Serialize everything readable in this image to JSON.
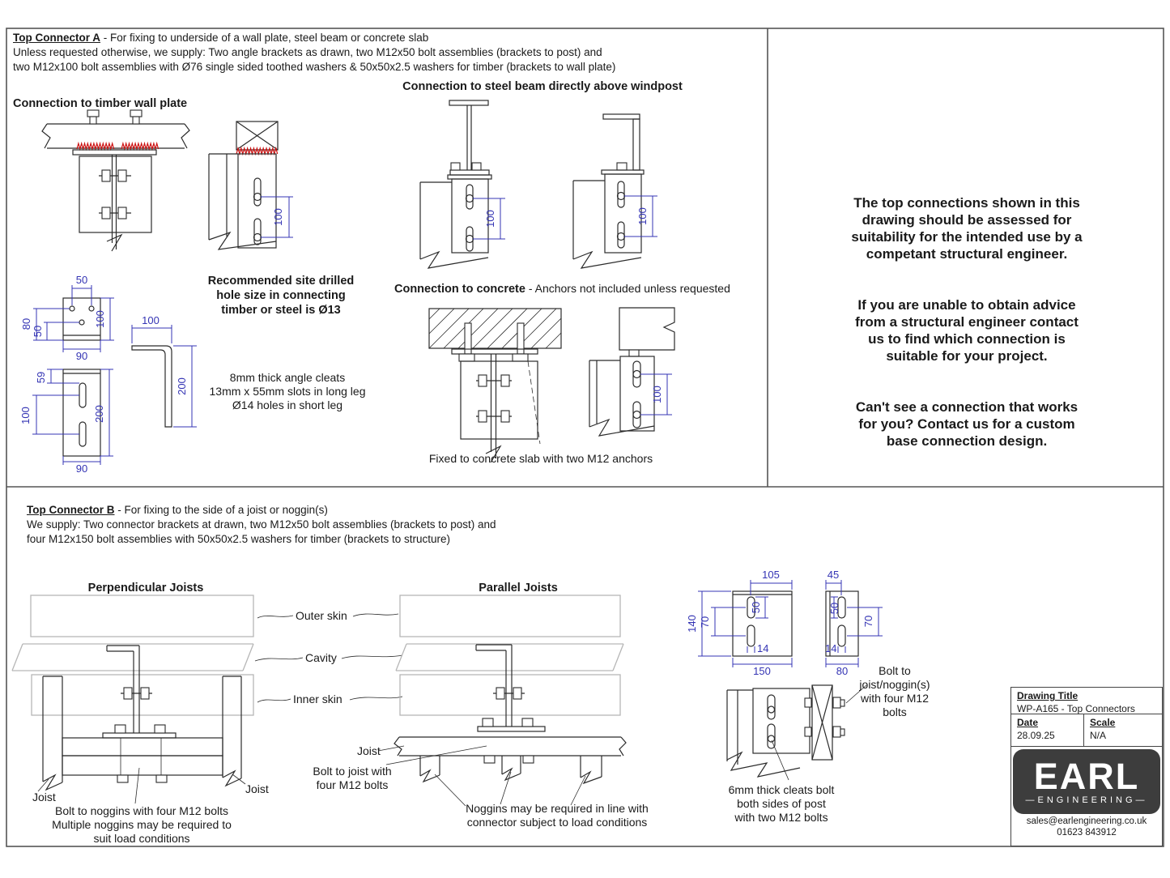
{
  "colors": {
    "dimension_blue": "#3434b4",
    "toothed_washer_red": "#cc1111",
    "skin_gray": "#b6b6b6",
    "logo_background": "#3d3d3d"
  },
  "section_a": {
    "header": {
      "title": "Top Connector A",
      "desc": " - For fixing to underside of a wall plate, steel beam or concrete slab",
      "line2": "Unless requested otherwise, we supply: Two angle brackets as drawn, two M12x50 bolt assemblies (brackets to post) and",
      "line3": "two M12x100 bolt assemblies with Ø76 single sided toothed washers & 50x50x2.5 washers for timber (brackets to wall plate)"
    },
    "timber_heading": "Connection to timber wall plate",
    "steel_heading": "Connection to steel beam directly above windpost",
    "concrete_heading": "Connection to concrete",
    "concrete_desc": " - Anchors not included unless requested",
    "concrete_caption": "Fixed to concrete slab with two M12 anchors",
    "hole_note": "Recommended site drilled\nhole size in connecting\ntimber or steel is Ø13",
    "cleat_note": "8mm thick angle cleats\n13mm x 55mm slots in long leg\nØ14 holes in short leg",
    "dims": {
      "spacing_100": "100",
      "p1_50": "50",
      "p1_100": "100",
      "p1_80": "80",
      "p1_50b": "50",
      "p1_90": "90",
      "p2_59": "59",
      "p2_100": "100",
      "p2_200": "200",
      "p2_90": "90",
      "angle_100": "100",
      "angle_200": "200"
    }
  },
  "notes_panel": {
    "para1": "The top connections shown in this\ndrawing should be assessed for\nsuitability for the intended use by a\ncompetant structural engineer.",
    "para2": "If you are unable to obtain advice\nfrom a structural engineer contact\nus to find which connection is\nsuitable for your project.",
    "para3": "Can't see a connection that works\nfor you?  Contact us for a custom\nbase connection design."
  },
  "section_b": {
    "header": {
      "title": "Top Connector B",
      "desc": " - For fixing to the side of a joist or noggin(s)",
      "line2": "We supply: Two connector brackets at drawn, two M12x50 bolt assemblies (brackets to post) and",
      "line3": "four M12x150 bolt assemblies with 50x50x2.5 washers for timber (brackets to structure)"
    },
    "perp_heading": "Perpendicular Joists",
    "par_heading": "Parallel Joists",
    "labels": {
      "outer_skin": "Outer skin",
      "cavity": "Cavity",
      "inner_skin": "Inner skin",
      "joist": "Joist"
    },
    "perp_caption": "Bolt to noggins with four M12 bolts\nMultiple noggins may be required to\nsuit load conditions",
    "par_caption": "Noggins may be required in line with\nconnector subject to load conditions",
    "bolt_joist_note": "Bolt to joist with\nfour M12 bolts",
    "bolt_noggin_note": "Bolt to\njoist/noggin(s)\nwith four M12\nbolts",
    "cleats_note": "6mm thick cleats bolt\nboth sides of post\nwith two M12 bolts",
    "dims": {
      "q105": "105",
      "q140": "140",
      "q70": "70",
      "q50": "50",
      "q14": "14",
      "q150": "150",
      "r45": "45",
      "r50": "50",
      "r70": "70",
      "r14": "14",
      "r80": "80"
    }
  },
  "title_block": {
    "title_label": "Drawing Title",
    "title": "WP-A165 - Top Connectors",
    "date_label": "Date",
    "date": "28.09.25",
    "scale_label": "Scale",
    "scale": "N/A",
    "logo": "EARL",
    "logo_sub": "—ENGINEERING—",
    "email": "sales@earlengineering.co.uk",
    "phone": "01623 843912"
  }
}
